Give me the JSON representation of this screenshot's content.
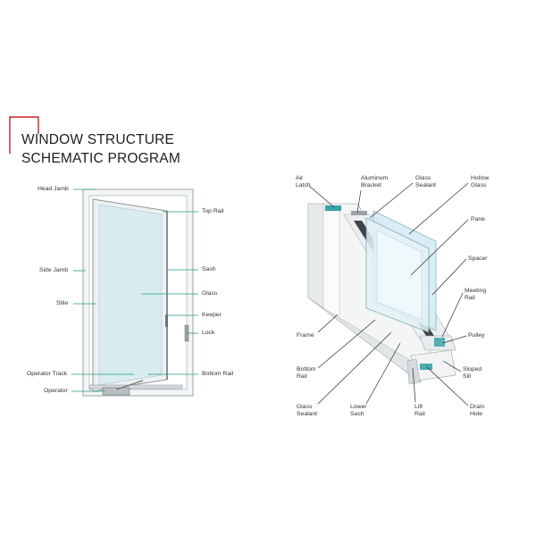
{
  "header": {
    "title_line1": "WINDOW STRUCTURE",
    "title_line2": "SCHEMATIC PROGRAM",
    "accent_color": "#c8242b"
  },
  "left_diagram": {
    "labels": {
      "head_jamb": "Head Jamb",
      "side_jamb": "Side Jamb",
      "stile": "Stile",
      "operator_track": "Operator Track",
      "operator": "Operator",
      "top_rail": "Top Rail",
      "sash": "Sash",
      "glass": "Glass",
      "keeper": "Keeper",
      "lock": "Lock",
      "bottom_rail": "Bottom Rail"
    },
    "line_color": "#2a9a7c"
  },
  "right_diagram": {
    "labels": {
      "air_latch": [
        "Air",
        "Latch"
      ],
      "aluminum_bracket": [
        "Aluminum",
        "Bracket"
      ],
      "glass_sealant_top": [
        "Glass",
        "Sealant"
      ],
      "hollow_glass": [
        "Hollow",
        "Glass"
      ],
      "pane": "Pane",
      "spacer": "Spacer",
      "meeting_rail": [
        "Meeting",
        "Rail"
      ],
      "pulley": "Pulley",
      "sloped_sill": [
        "Sloped",
        "Sill"
      ],
      "drain_hole": [
        "Drain",
        "Hole"
      ],
      "frame": "Frame",
      "bottom_rail": [
        "Bottom",
        "Rail"
      ],
      "glass_sealant_bottom": [
        "Glass",
        "Sealant"
      ],
      "lower_sash": [
        "Lower",
        "Sash"
      ],
      "lift_rail": [
        "Lift",
        "Rail"
      ]
    },
    "glass_color": "#d6ecf3",
    "accent_teal": "#3aa3a8"
  }
}
